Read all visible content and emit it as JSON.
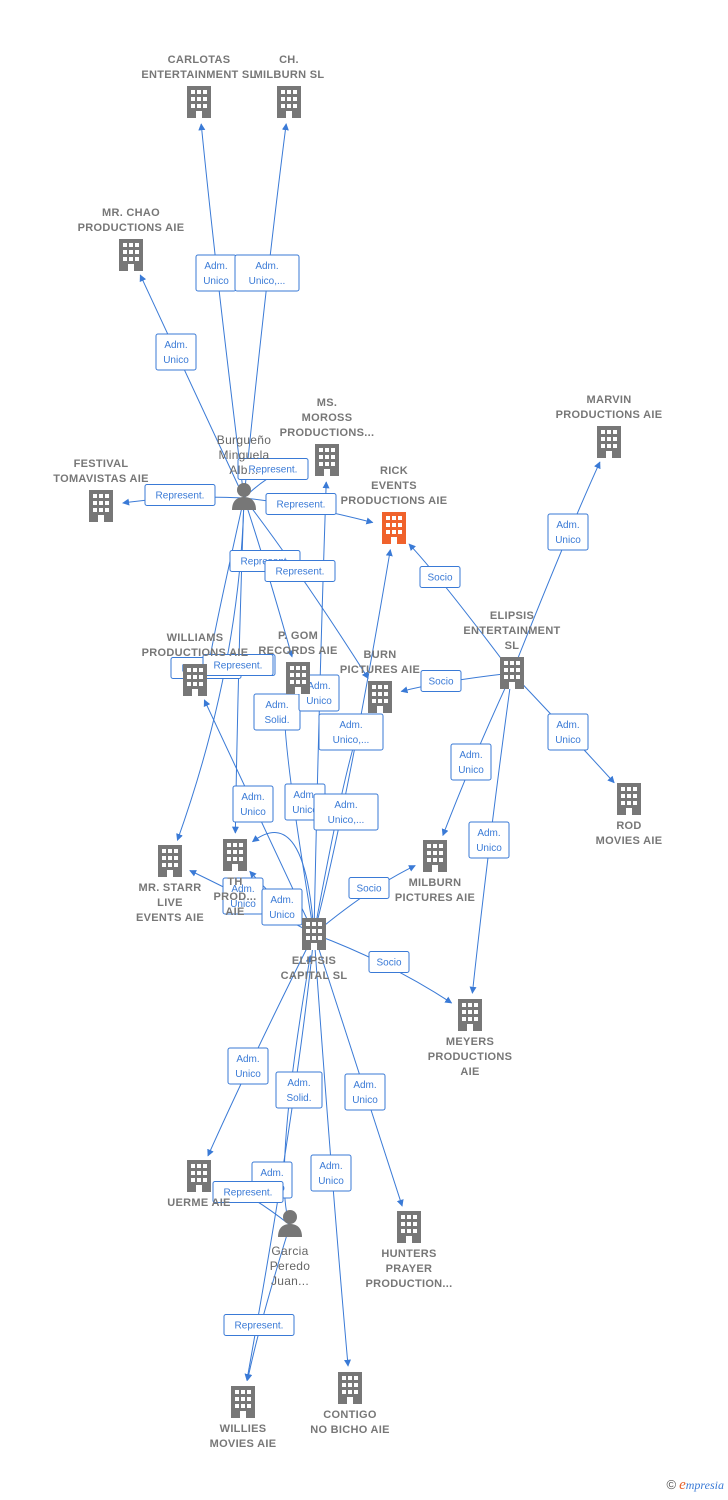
{
  "colors": {
    "edge": "#3a7ad6",
    "node": "#777777",
    "highlight": "#f0622c"
  },
  "nodes": [
    {
      "id": "carlotas",
      "type": "company",
      "lines": [
        "CARLOTAS",
        "ENTERTAINMENT SL"
      ]
    },
    {
      "id": "chmilburn",
      "type": "company",
      "lines": [
        "CH.",
        "MILBURN  SL"
      ]
    },
    {
      "id": "mrchao",
      "type": "company",
      "lines": [
        "MR.  CHAO",
        "PRODUCTIONS AIE"
      ]
    },
    {
      "id": "festival",
      "type": "company",
      "lines": [
        "FESTIVAL",
        "TOMAVISTAS AIE"
      ]
    },
    {
      "id": "msmoross",
      "type": "company",
      "lines": [
        "MS.",
        "MOROSS",
        "PRODUCTIONS..."
      ]
    },
    {
      "id": "rick",
      "type": "company",
      "highlight": true,
      "lines": [
        "RICK",
        "EVENTS",
        "PRODUCTIONS AIE"
      ]
    },
    {
      "id": "marvin",
      "type": "company",
      "lines": [
        "MARVIN",
        "PRODUCTIONS AIE"
      ]
    },
    {
      "id": "burgueno",
      "type": "person",
      "lines": [
        "Burgueño",
        "Minguela",
        "Alb..."
      ]
    },
    {
      "id": "elipsisent",
      "type": "company",
      "lines": [
        "ELIPSIS",
        "ENTERTAINMENT",
        "SL"
      ]
    },
    {
      "id": "williams",
      "type": "company",
      "lines": [
        "WILLIAMS",
        "PRODUCTIONS AIE"
      ]
    },
    {
      "id": "pgom",
      "type": "company",
      "lines": [
        "P.  GOM",
        "RECORDS  AIE"
      ]
    },
    {
      "id": "burn",
      "type": "company",
      "lines": [
        "BURN",
        "PICTURES  AIE"
      ]
    },
    {
      "id": "rod",
      "type": "company",
      "lines": [
        "ROD",
        "MOVIES  AIE"
      ]
    },
    {
      "id": "mrstarr",
      "type": "company",
      "lines": [
        "MR.  STARR",
        "LIVE",
        "EVENTS  AIE"
      ]
    },
    {
      "id": "thprod",
      "type": "company",
      "lines": [
        "TH",
        "PROD...",
        "AIE"
      ]
    },
    {
      "id": "milburnpic",
      "type": "company",
      "lines": [
        "MILBURN",
        "PICTURES  AIE"
      ]
    },
    {
      "id": "elipsiscap",
      "type": "company",
      "lines": [
        "ELIPSIS",
        "CAPITAL  SL"
      ]
    },
    {
      "id": "meyers",
      "type": "company",
      "lines": [
        "MEYERS",
        "PRODUCTIONS",
        "AIE"
      ]
    },
    {
      "id": "uerme",
      "type": "company",
      "lines": [
        "UERME AIE"
      ]
    },
    {
      "id": "garcia",
      "type": "person",
      "lines": [
        "Garcia",
        "Peredo",
        "Juan..."
      ]
    },
    {
      "id": "hunters",
      "type": "company",
      "lines": [
        "HUNTERS",
        "PRAYER",
        "PRODUCTION..."
      ]
    },
    {
      "id": "willies",
      "type": "company",
      "lines": [
        "WILLIES",
        "MOVIES  AIE"
      ]
    },
    {
      "id": "contigo",
      "type": "company",
      "lines": [
        "CONTIGO",
        "NO BICHO  AIE"
      ]
    }
  ],
  "edges": [
    {
      "from": "burgueno",
      "to": "carlotas",
      "lines": [
        "Adm.",
        "Unico"
      ]
    },
    {
      "from": "burgueno",
      "to": "chmilburn",
      "lines": [
        "Adm.",
        "Unico,..."
      ]
    },
    {
      "from": "burgueno",
      "to": "mrchao",
      "lines": [
        "Adm.",
        "Unico"
      ]
    },
    {
      "from": "burgueno",
      "to": "festival",
      "lines": [
        "Represent."
      ]
    },
    {
      "from": "burgueno",
      "to": "msmoross",
      "lines": [
        "Represent."
      ]
    },
    {
      "from": "burgueno",
      "to": "rick",
      "lines": [
        "Represent."
      ]
    },
    {
      "from": "burgueno",
      "to": "pgom",
      "lines": [
        "Represent."
      ]
    },
    {
      "from": "burgueno",
      "to": "burn",
      "lines": [
        "Represent."
      ]
    },
    {
      "from": "burgueno",
      "to": "williams",
      "lines": [
        "Represent."
      ]
    },
    {
      "from": "burgueno",
      "to": "mrstarr",
      "lines": [
        "Represent."
      ]
    },
    {
      "from": "burgueno",
      "to": "thprod",
      "lines": [
        "Represent."
      ]
    },
    {
      "from": "elipsisent",
      "to": "rick",
      "lines": [
        "Socio"
      ]
    },
    {
      "from": "elipsisent",
      "to": "marvin",
      "lines": [
        "Adm.",
        "Unico"
      ]
    },
    {
      "from": "elipsisent",
      "to": "burn",
      "lines": [
        "Socio"
      ]
    },
    {
      "from": "elipsisent",
      "to": "rod",
      "lines": [
        "Adm.",
        "Unico"
      ]
    },
    {
      "from": "elipsisent",
      "to": "milburnpic",
      "lines": [
        "Adm.",
        "Unico"
      ]
    },
    {
      "from": "elipsisent",
      "to": "meyers",
      "lines": [
        "Adm.",
        "Unico"
      ]
    },
    {
      "from": "elipsiscap",
      "to": "pgom",
      "lines": [
        "Adm.",
        "Solid."
      ]
    },
    {
      "from": "elipsiscap",
      "to": "msmoross",
      "lines": [
        "Adm.",
        "Unico"
      ]
    },
    {
      "from": "elipsiscap",
      "to": "burn",
      "lines": [
        "Adm.",
        "Unico,..."
      ]
    },
    {
      "from": "elipsiscap",
      "to": "williams",
      "lines": [
        "Adm.",
        "Unico"
      ]
    },
    {
      "from": "elipsiscap",
      "to": "thprod",
      "lines": [
        "Adm.",
        "Unico"
      ]
    },
    {
      "from": "elipsiscap",
      "to": "rick",
      "lines": [
        "Adm.",
        "Unico,..."
      ]
    },
    {
      "from": "elipsiscap",
      "to": "mrstarr",
      "lines": [
        "Adm.",
        "Unico"
      ]
    },
    {
      "from": "elipsiscap",
      "to": "thprod",
      "lines": [
        "Adm.",
        "Unico"
      ]
    },
    {
      "from": "elipsiscap",
      "to": "milburnpic",
      "lines": [
        "Socio"
      ]
    },
    {
      "from": "elipsiscap",
      "to": "meyers",
      "lines": [
        "Socio"
      ]
    },
    {
      "from": "elipsiscap",
      "to": "uerme",
      "lines": [
        "Adm.",
        "Unico"
      ]
    },
    {
      "from": "elipsiscap",
      "to": "hunters",
      "lines": [
        "Adm.",
        "Unico"
      ]
    },
    {
      "from": "elipsiscap",
      "to": "contigo",
      "lines": [
        "Adm.",
        "Unico"
      ]
    },
    {
      "from": "elipsiscap",
      "to": "willies",
      "lines": [
        "Adm.",
        "Solid."
      ]
    },
    {
      "from": "garcia",
      "to": "elipsiscap",
      "lines": [
        "Adm.",
        "Unico"
      ]
    },
    {
      "from": "garcia",
      "to": "uerme",
      "lines": [
        "Represent."
      ]
    },
    {
      "from": "garcia",
      "to": "willies",
      "lines": [
        "Represent."
      ]
    }
  ],
  "watermark": {
    "copyright": "©",
    "brand_initial": "e",
    "brand_rest": "mpresia"
  }
}
